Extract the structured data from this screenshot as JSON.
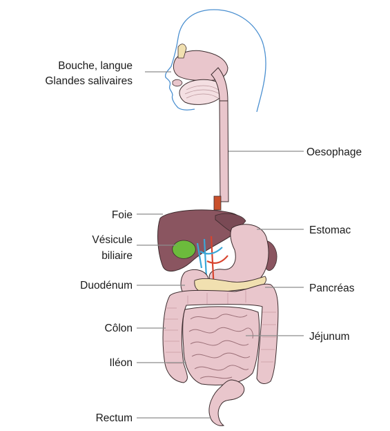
{
  "labels": {
    "mouth_line1": "Bouche, langue",
    "mouth_line2": "Glandes salivaires",
    "oesophagus": "Oesophage",
    "liver": "Foie",
    "stomach": "Estomac",
    "gallbladder_line1": "Vésicule",
    "gallbladder_line2": "biliaire",
    "duodenum": "Duodénum",
    "pancreas": "Pancréas",
    "colon": "Côlon",
    "jejunum": "Jéjunum",
    "ileum": "Iléon",
    "rectum": "Rectum"
  },
  "colors": {
    "outline": "#4a8fd0",
    "tissue": "#e9c6cc",
    "tissue_dark": "#c99aa3",
    "liver": "#8a5560",
    "gallbladder": "#6cbb3c",
    "vessel_blue": "#3aa7d8",
    "vessel_red": "#d8442e",
    "pancreas": "#f1e0b0",
    "oesophagus_red": "#c9502c"
  }
}
